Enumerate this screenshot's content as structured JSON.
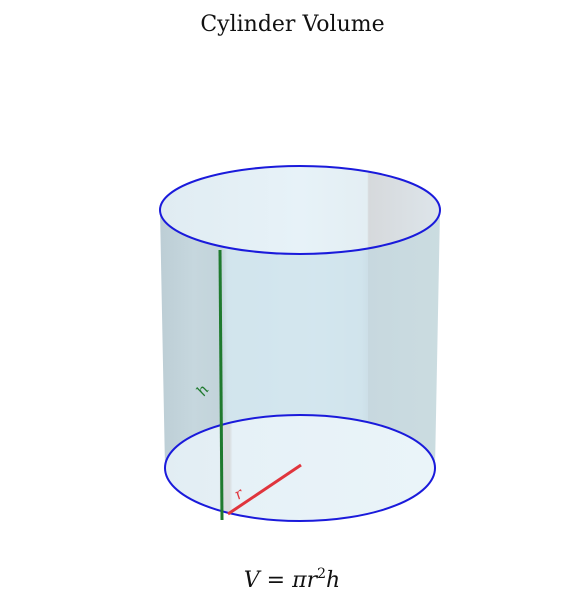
{
  "title": "Cylinder Volume",
  "labels": {
    "height": "h",
    "radius": "r"
  },
  "formula": {
    "lhs": "V",
    "equals": " = ",
    "pi": "π",
    "r": "r",
    "exponent": "2",
    "h": "h"
  },
  "colors": {
    "ellipse_outline": "#1a1adb",
    "height_line": "#1f7a2e",
    "radius_line": "#e0353d",
    "ellipse_fill": "#e6f1f8",
    "body_tint": "#c7dde6"
  }
}
